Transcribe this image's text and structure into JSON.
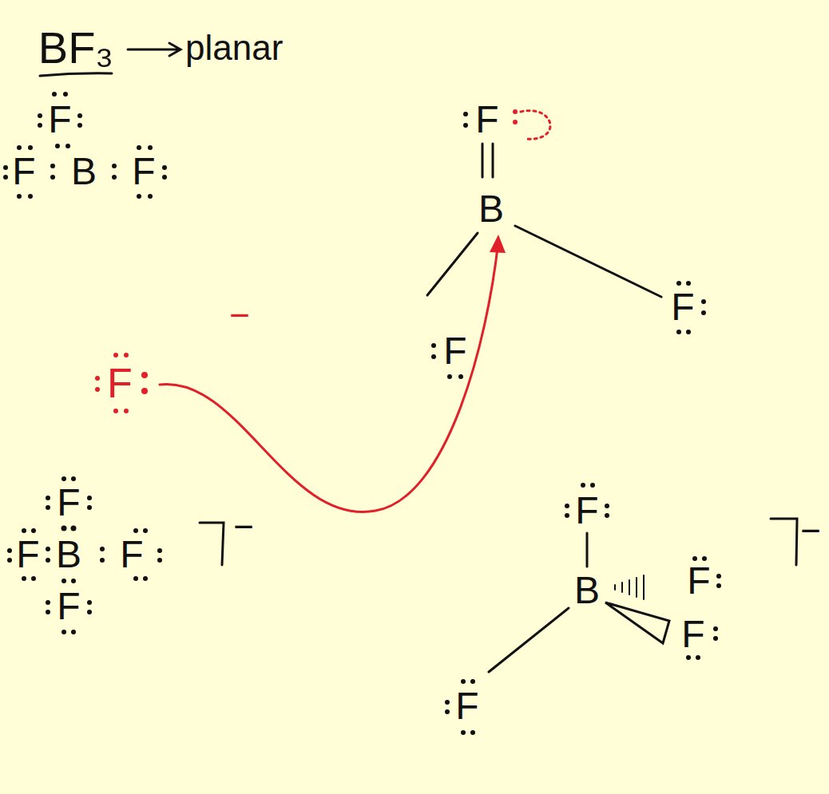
{
  "diagram": {
    "title": "BF₃",
    "labels": [
      "planar",
      "F",
      "F",
      "B",
      "F",
      "F",
      "B",
      "F",
      "F",
      "F",
      "−",
      "F",
      "F",
      "B",
      "F",
      "F",
      "−",
      "F",
      "B",
      "F",
      "F",
      "F",
      "−"
    ]
  }
}
